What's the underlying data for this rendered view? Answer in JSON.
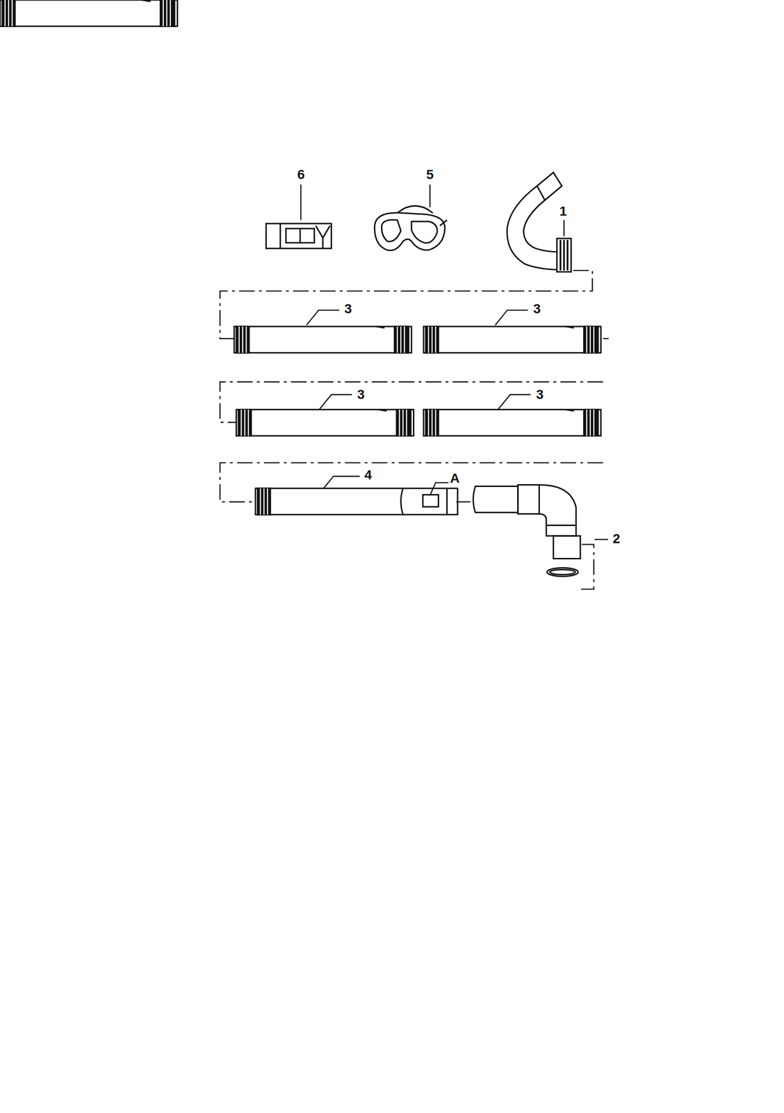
{
  "diagram": {
    "labels": [
      "6",
      "5",
      "1",
      "3",
      "3",
      "3",
      "3",
      "4",
      "A",
      "2"
    ]
  }
}
